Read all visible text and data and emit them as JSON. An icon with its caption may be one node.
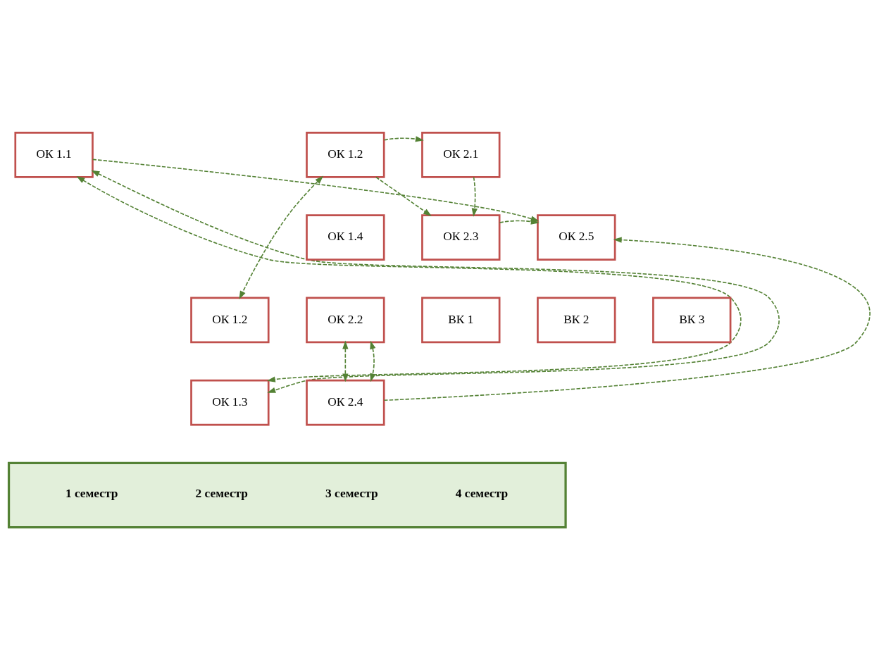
{
  "diagram": {
    "nodes": [
      {
        "text": [
          "ОК 1.1"
        ]
      },
      {
        "text": [
          "ОК 1.2"
        ]
      },
      {
        "text": [
          "ОК 1.3"
        ]
      },
      {
        "text": [
          "ОК 1.2"
        ]
      },
      {
        "text": [
          "ОК 1.4"
        ]
      },
      {
        "text": [
          "ОК 2.2"
        ]
      },
      {
        "text": [
          "ОК 2.4"
        ]
      },
      {
        "text": [
          "ОК 2.1"
        ]
      },
      {
        "text": [
          "ОК 2.3"
        ]
      },
      {
        "text": [
          "ВК 1"
        ]
      },
      {
        "text": [
          "ВК 2"
        ]
      },
      {
        "text": [
          "ВК 3"
        ]
      },
      {
        "text": [
          "ОК 2.5"
        ]
      },
      {
        "text": [
          "1 семестр",
          "2 семестр",
          "3 семестр",
          "4 семестр"
        ]
      }
    ],
    "edges": [
      {
        "from": 0,
        "to": 2,
        "arrow": "both"
      },
      {
        "from": 0,
        "to": 2,
        "arrow": "both"
      },
      {
        "from": 3,
        "to": 1,
        "arrow": "both"
      },
      {
        "from": 3,
        "to": 7,
        "arrow": "to"
      },
      {
        "from": 3,
        "to": 8,
        "arrow": "to"
      },
      {
        "from": 7,
        "to": 8,
        "arrow": "to"
      },
      {
        "from": 0,
        "to": 12,
        "arrow": "to"
      },
      {
        "from": 8,
        "to": 12,
        "arrow": "to"
      },
      {
        "from": 6,
        "to": 12,
        "arrow": "to"
      },
      {
        "from": 5,
        "to": 6,
        "arrow": "both"
      },
      {
        "from": 5,
        "to": 6,
        "arrow": "both"
      }
    ]
  }
}
